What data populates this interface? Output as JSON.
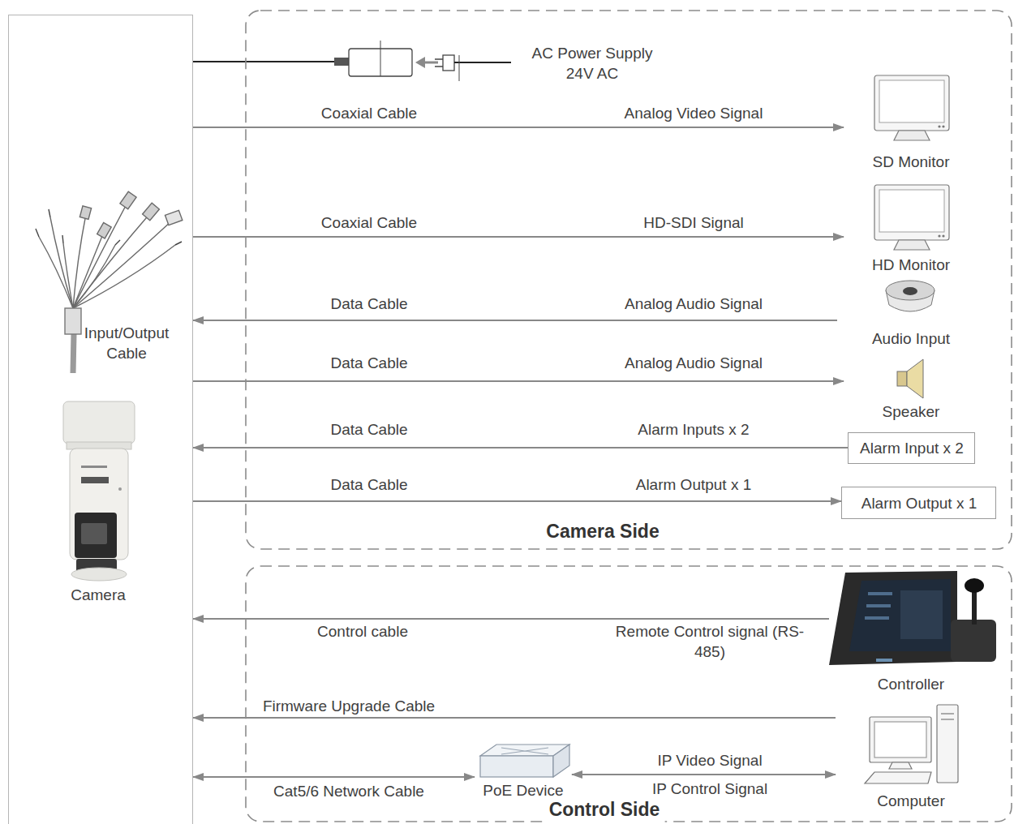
{
  "diagram": {
    "nodes": [
      {
        "text": [
          "Input/Output Cable",
          "Camera"
        ]
      },
      {
        "text": [
          "Camera Side"
        ]
      },
      {
        "text": [
          "AC Power Supply 24V AC"
        ],
        "in": 1
      },
      {
        "text": [
          "SD Monitor"
        ],
        "in": 1
      },
      {
        "text": [
          "HD Monitor"
        ],
        "in": 1
      },
      {
        "text": [
          "Audio Input"
        ],
        "in": 1
      },
      {
        "text": [
          "Speaker"
        ],
        "in": 1
      },
      {
        "text": [
          "Alarm Input x 2"
        ],
        "in": 1
      },
      {
        "text": [
          "Alarm Output x 1"
        ],
        "in": 1
      },
      {
        "text": [
          "Control Side"
        ]
      },
      {
        "text": [
          "Controller"
        ],
        "in": 9
      },
      {
        "text": [
          "Computer"
        ],
        "in": 9
      },
      {
        "text": [
          "PoE Device"
        ],
        "in": 9
      }
    ],
    "edges": [
      {
        "from": 2,
        "to": 0,
        "arrow": "none"
      },
      {
        "from": 0,
        "to": 3,
        "arrow": "to",
        "label": "Analog Video Signal"
      },
      {
        "from": 0,
        "to": 4,
        "arrow": "to",
        "label": "HD-SDI Signal"
      },
      {
        "from": 5,
        "to": 0,
        "arrow": "to",
        "label": "Analog Audio Signal"
      },
      {
        "from": 0,
        "to": 6,
        "arrow": "to",
        "label": "Analog Audio Signal"
      },
      {
        "from": 7,
        "to": 0,
        "arrow": "to",
        "label": "Alarm Inputs x 2"
      },
      {
        "from": 0,
        "to": 8,
        "arrow": "to",
        "label": "Alarm Output x 1"
      },
      {
        "from": 10,
        "to": 0,
        "arrow": "to",
        "label": "Remote Control signal (RS-485)"
      },
      {
        "from": 11,
        "to": 0,
        "arrow": "to",
        "label": "Firmware Upgrade Cable"
      },
      {
        "from": 12,
        "to": 0,
        "arrow": "both",
        "label": "Cat5/6 Network Cable"
      },
      {
        "from": 12,
        "to": 11,
        "arrow": "both",
        "label": "IP Video Signal"
      }
    ],
    "labels": [
      "Coaxial Cable",
      "Coaxial Cable",
      "Data Cable",
      "Data Cable",
      "Data Cable",
      "Data Cable",
      "Control cable",
      "IP Control Signal"
    ]
  }
}
